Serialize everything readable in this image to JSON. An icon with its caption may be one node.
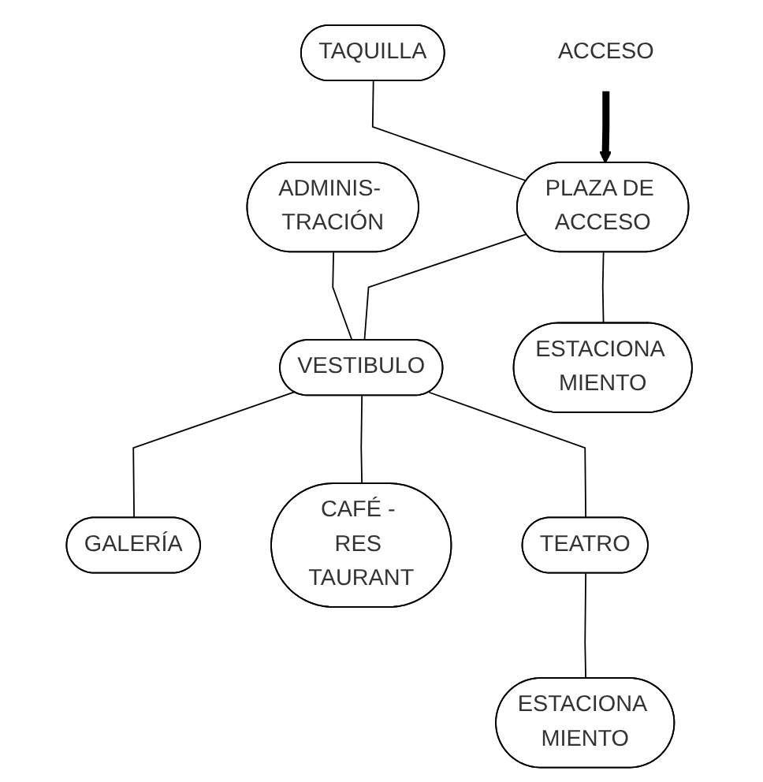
{
  "diagram": {
    "nodes": [
      {
        "text": [
          "ACCESO"
        ]
      },
      {
        "text": [
          "TAQUILLA"
        ]
      },
      {
        "text": [
          "PLAZA DE ACCESO"
        ]
      },
      {
        "text": [
          "ADMINIS- TRACIÓN"
        ]
      },
      {
        "text": [
          "VESTIBULO"
        ]
      },
      {
        "text": [
          "ESTACIONA MIENTO"
        ]
      },
      {
        "text": [
          "GALERÍA"
        ]
      },
      {
        "text": [
          "CAFÉ - RES TAURANT"
        ]
      },
      {
        "text": [
          "TEATRO"
        ]
      },
      {
        "text": [
          "ESTACIONA MIENTO"
        ]
      }
    ],
    "edges": [
      {
        "from": 0,
        "to": 2,
        "arrow": "to",
        "style": "thick"
      },
      {
        "from": 1,
        "to": 2,
        "arrow": "none"
      },
      {
        "from": 2,
        "to": 4,
        "arrow": "none"
      },
      {
        "from": 2,
        "to": 5,
        "arrow": "none"
      },
      {
        "from": 3,
        "to": 4,
        "arrow": "none"
      },
      {
        "from": 4,
        "to": 6,
        "arrow": "none"
      },
      {
        "from": 4,
        "to": 7,
        "arrow": "none"
      },
      {
        "from": 4,
        "to": 8,
        "arrow": "none"
      },
      {
        "from": 8,
        "to": 9,
        "arrow": "none"
      }
    ]
  }
}
